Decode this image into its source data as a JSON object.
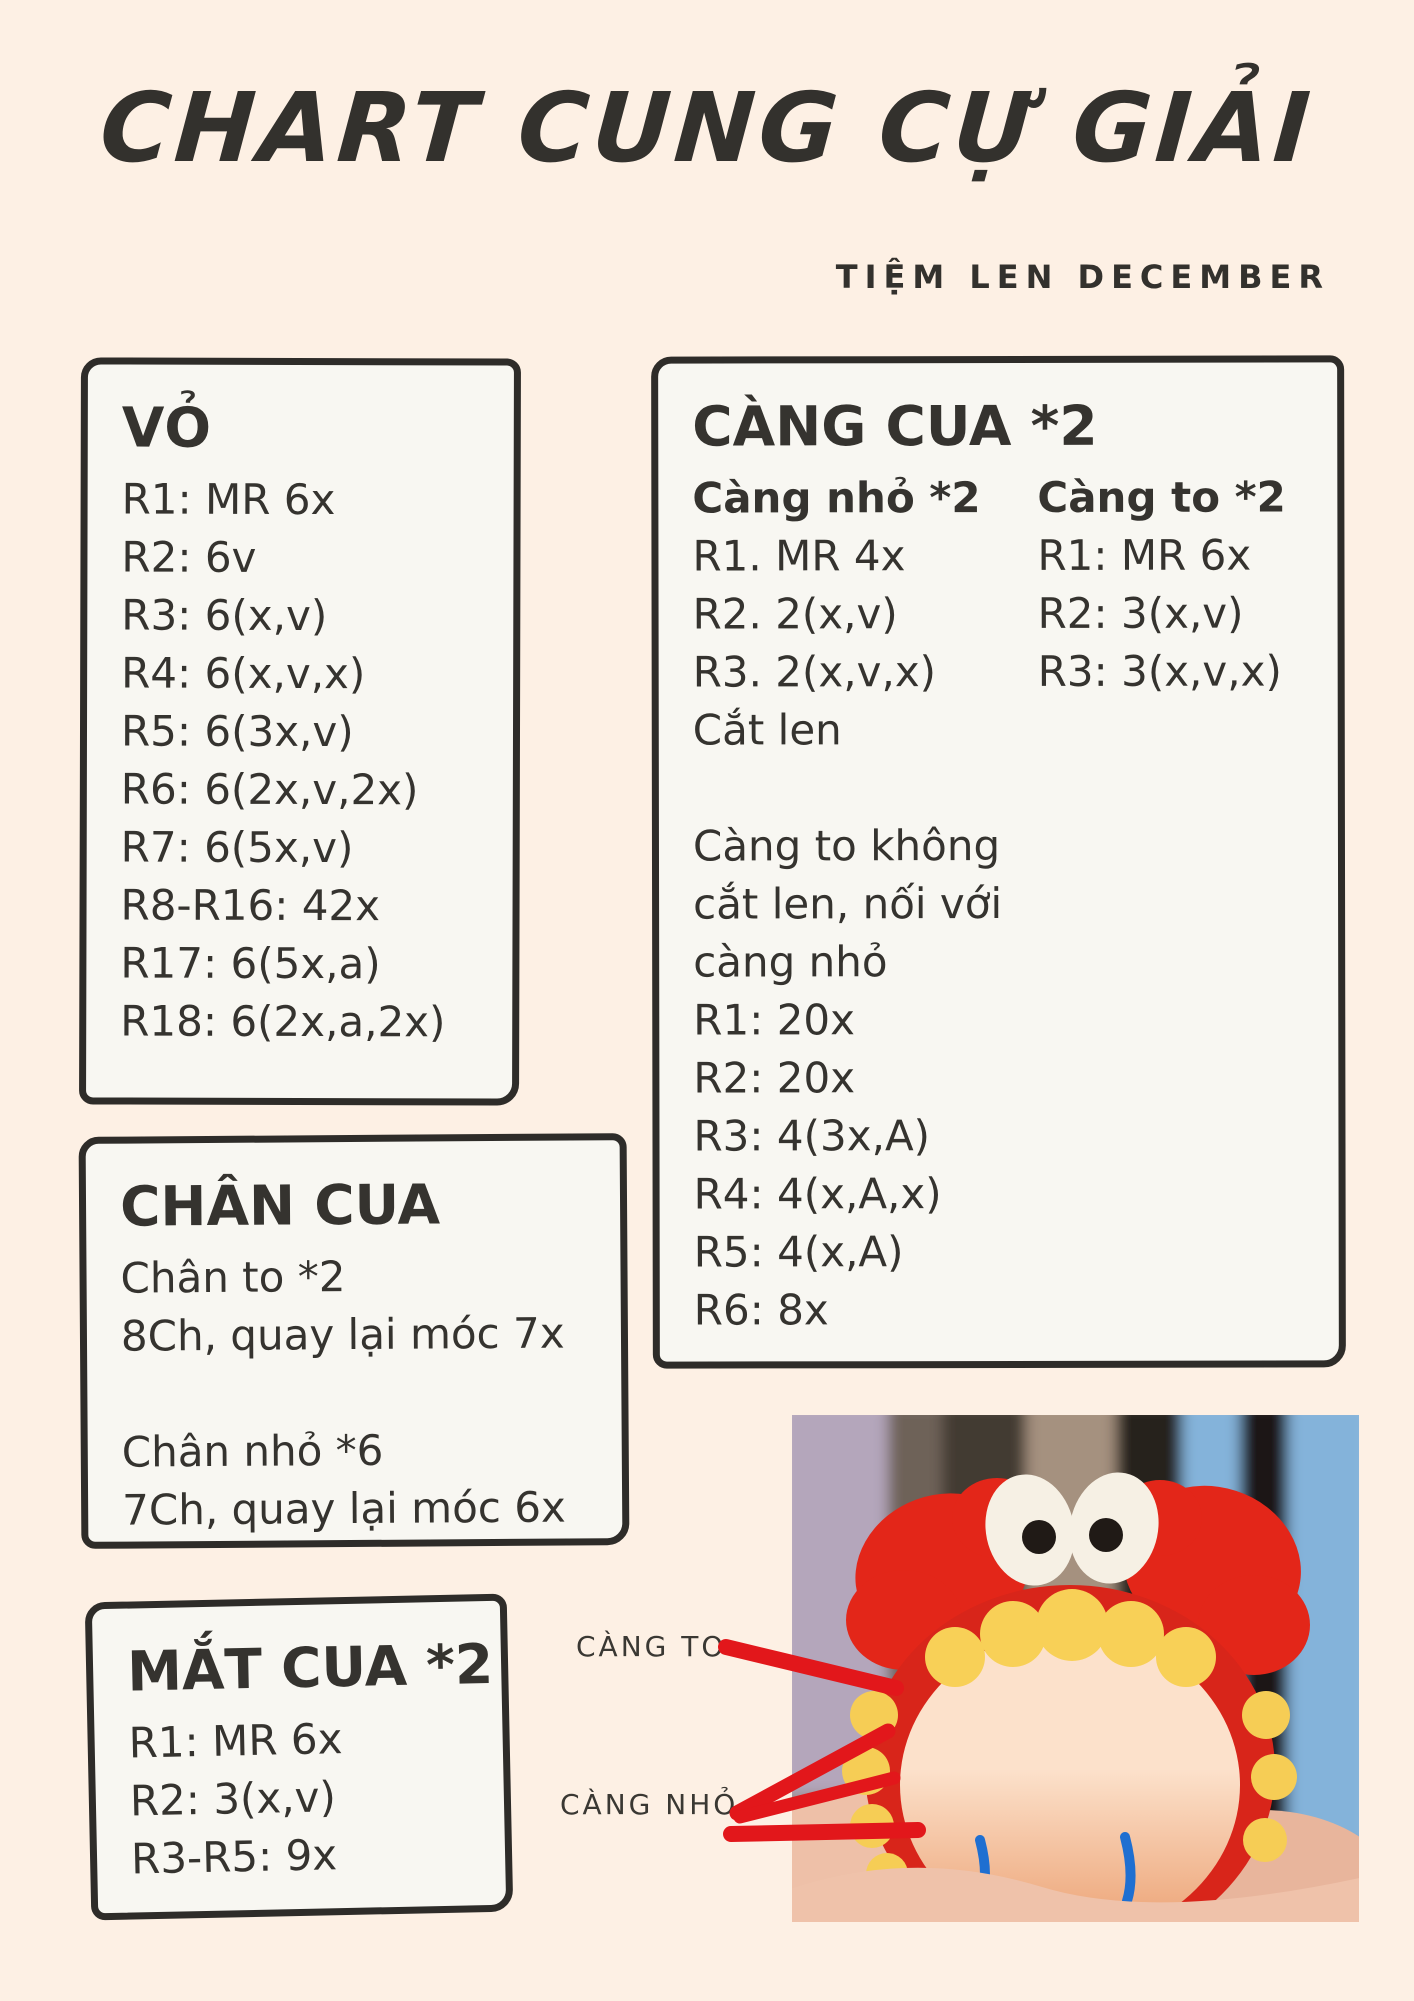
{
  "page": {
    "title": "CHART CUNG CỰ GIẢI",
    "subtitle": "TIỆM LEN DECEMBER"
  },
  "colors": {
    "page_background": "#fdf0e4",
    "box_fill": "#f8f7f2",
    "ink": "#2e2c29",
    "arrow_red": "#e2171b",
    "crab_red": "#d8251a",
    "bobble_yellow": "#f6cd55",
    "face_peach": "#fce1cb",
    "stitch_blue": "#1f6fd1"
  },
  "vo_box": {
    "title": "VỎ",
    "rows": [
      "R1: MR 6x",
      "R2: 6v",
      "R3: 6(x,v)",
      "R4: 6(x,v,x)",
      "R5: 6(3x,v)",
      "R6: 6(2x,v,2x)",
      "R7: 6(5x,v)",
      "R8-R16: 42x",
      "R17: 6(5x,a)",
      "R18: 6(2x,a,2x)"
    ]
  },
  "cang_cua_box": {
    "title": "CÀNG CUA *2",
    "small_claw": {
      "title": "Càng nhỏ *2",
      "rows": [
        "R1. MR 4x",
        "R2. 2(x,v)",
        "R3. 2(x,v,x)",
        "Cắt len"
      ]
    },
    "big_claw": {
      "title": "Càng to *2",
      "rows": [
        "R1: MR 6x",
        "R2: 3(x,v)",
        "R3: 3(x,v,x)"
      ]
    },
    "note_lines": [
      "Càng to không",
      "cắt len, nối với",
      "càng nhỏ"
    ],
    "joined_rows": [
      "R1: 20x",
      "R2: 20x",
      "R3: 4(3x,A)",
      "R4: 4(x,A,x)",
      "R5: 4(x,A)",
      "R6: 8x"
    ]
  },
  "chan_cua_box": {
    "title": "CHÂN CUA",
    "group1": [
      "Chân to *2",
      "8Ch, quay lại móc 7x"
    ],
    "group2": [
      "Chân nhỏ *6",
      "7Ch, quay lại móc 6x"
    ]
  },
  "mat_cua_box": {
    "title": "MẮT CUA *2",
    "rows": [
      "R1: MR 6x",
      "R2: 3(x,v)",
      "R3-R5: 9x"
    ]
  },
  "photo": {
    "label_cang_to": "CÀNG TO",
    "label_cang_nho": "CÀNG NHỎ"
  }
}
